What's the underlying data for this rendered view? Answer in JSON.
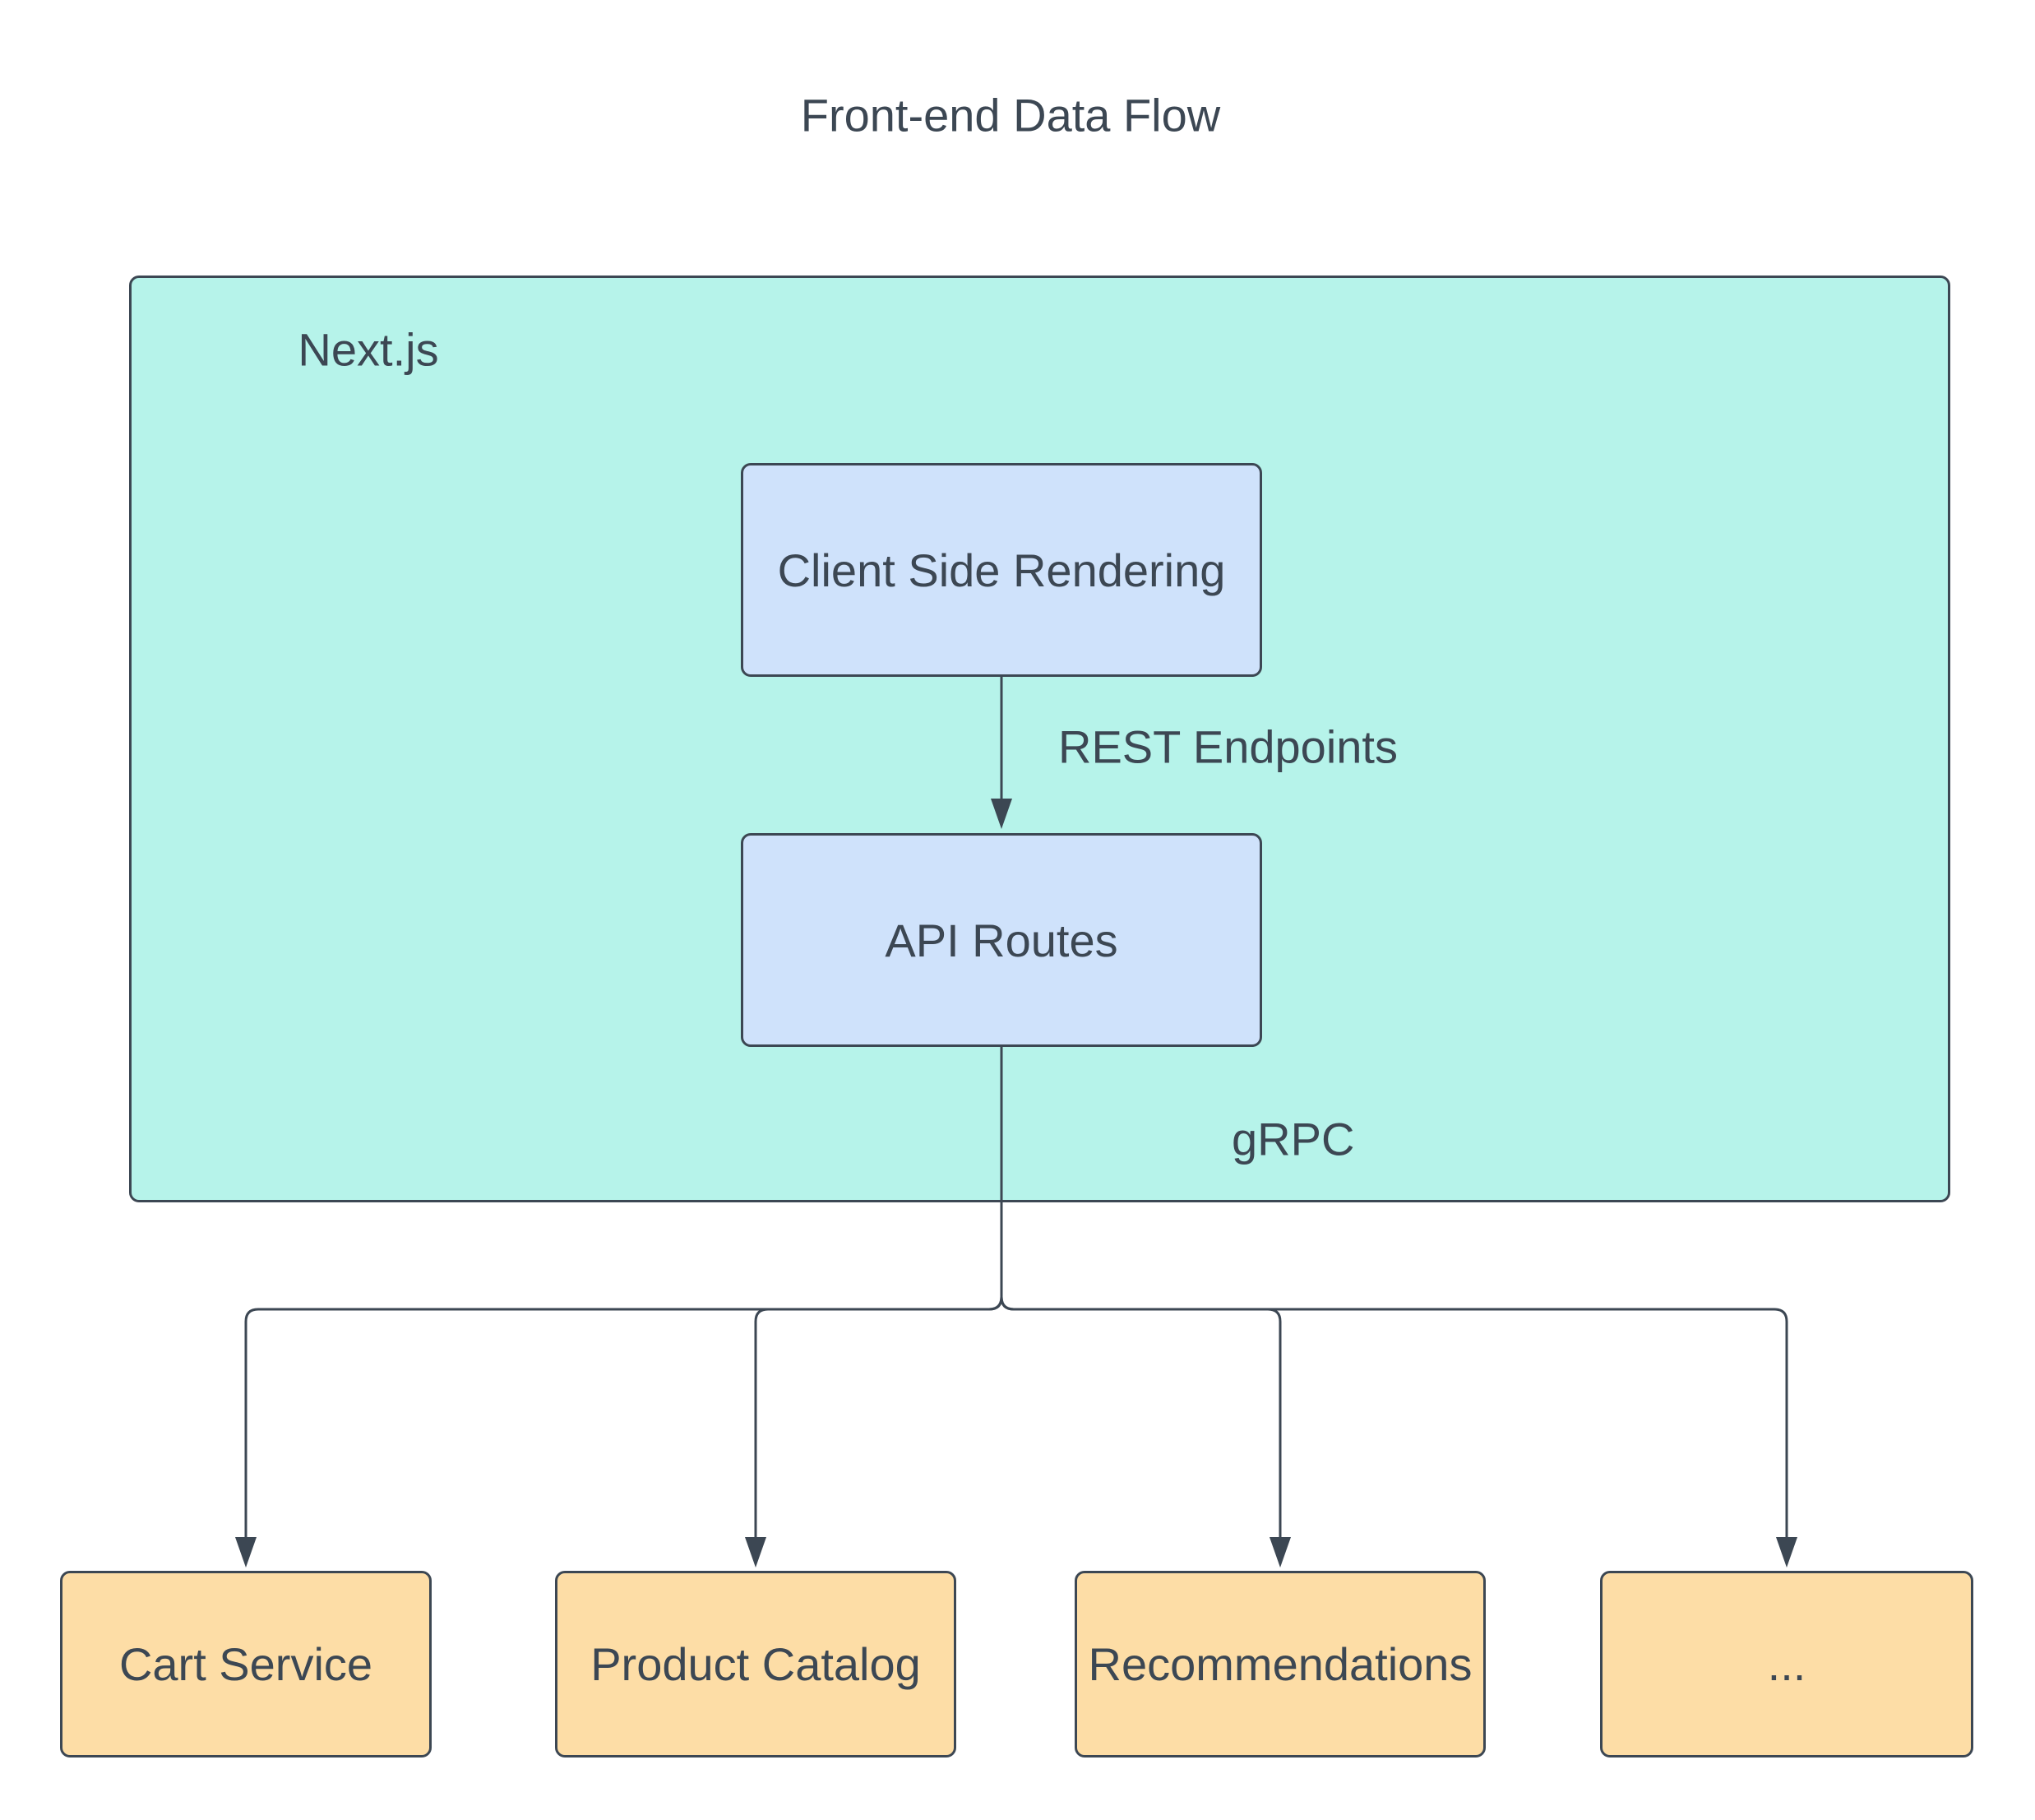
{
  "diagram": {
    "title": "Front-end Data Flow",
    "container": {
      "label": "Next.js"
    },
    "nodes": {
      "csr": {
        "label": "Client Side Rendering"
      },
      "api": {
        "label": "API Routes"
      },
      "cart": {
        "label": "Cart Service"
      },
      "catalog": {
        "label": "Product Catalog"
      },
      "recs": {
        "label": "Recommendations"
      },
      "more": {
        "label": "..."
      }
    },
    "edges": {
      "rest": {
        "label": "REST Endpoints"
      },
      "grpc": {
        "label": "gRPC"
      }
    },
    "colors": {
      "container_fill": "#b6f3ea",
      "node_fill_blue": "#cfe2fb",
      "node_fill_orange": "#fddda6",
      "stroke": "#3c4753",
      "text": "#3c4753",
      "background": "#ffffff"
    }
  }
}
